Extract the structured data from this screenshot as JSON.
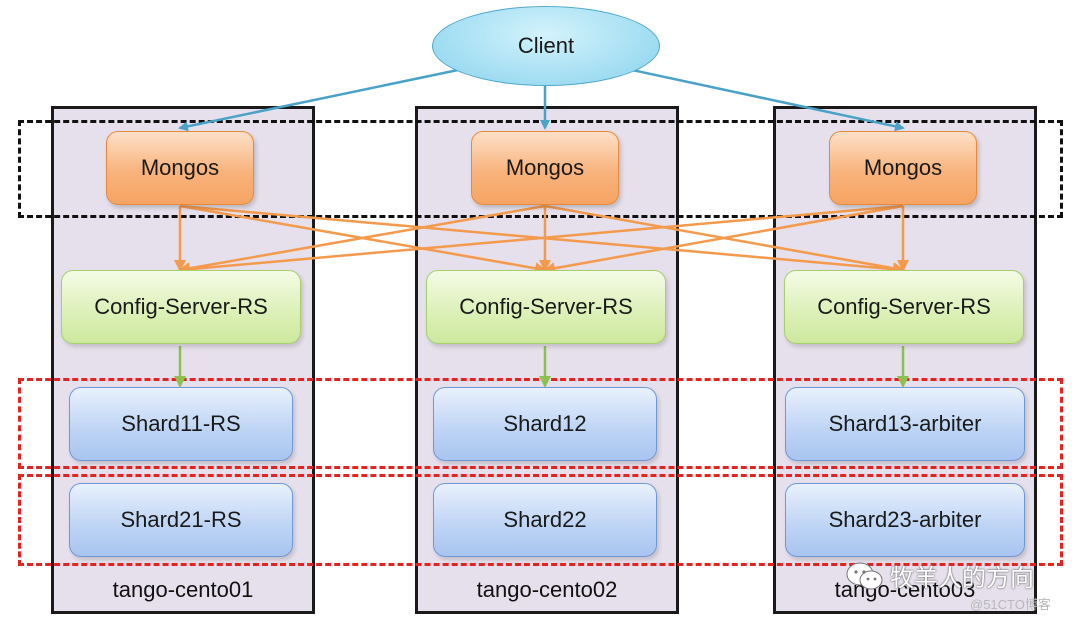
{
  "client": {
    "label": "Client"
  },
  "hosts": [
    {
      "label": "tango-cento01",
      "mongos": "Mongos",
      "config": "Config-Server-RS",
      "shard1": "Shard11-RS",
      "shard2": "Shard21-RS"
    },
    {
      "label": "tango-cento02",
      "mongos": "Mongos",
      "config": "Config-Server-RS",
      "shard1": "Shard12",
      "shard2": "Shard22"
    },
    {
      "label": "tango-cento03",
      "mongos": "Mongos",
      "config": "Config-Server-RS",
      "shard1": "Shard13-arbiter",
      "shard2": "Shard23-arbiter"
    }
  ],
  "watermark": {
    "text": "牧羊人的方向",
    "sub": "@51CTO博客"
  },
  "colors": {
    "client_arrow": "#4aa3c7",
    "mongos_arrow": "#f39a4c",
    "config_arrow": "#8cc152",
    "dash_black": "#111111",
    "dash_red": "#e52222"
  }
}
